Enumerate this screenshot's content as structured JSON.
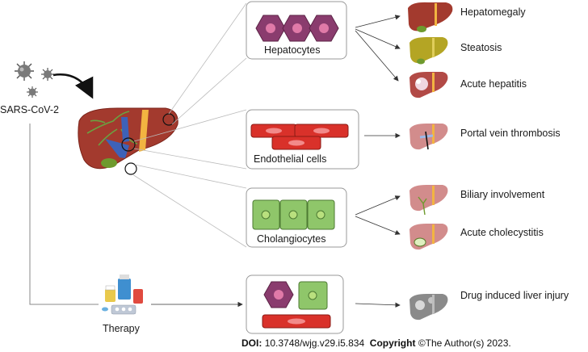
{
  "source": {
    "label": "SARS-CoV-2"
  },
  "therapy": {
    "label": "Therapy"
  },
  "cells": {
    "hepatocytes": "Hepatocytes",
    "endothelial": "Endothelial cells",
    "cholangiocytes": "Cholangiocytes"
  },
  "outcomes": [
    {
      "label": "Hepatomegaly"
    },
    {
      "label": "Steatosis"
    },
    {
      "label": "Acute hepatitis"
    },
    {
      "label": "Portal vein thrombosis"
    },
    {
      "label": "Biliary involvement"
    },
    {
      "label": "Acute cholecystitis"
    },
    {
      "label": "Drug induced liver injury"
    }
  ],
  "footer": {
    "doi_label": "DOI:",
    "doi_value": "10.3748/wjg.v29.i5.834",
    "copyright_label": "Copyright",
    "copyright_value": "©The Author(s) 2023."
  },
  "colors": {
    "liver": "#a33a2e",
    "hepatocyte": "#8a3c6e",
    "endothelial": "#d9312a",
    "cholangiocyte": "#8fc66a",
    "steatosis": "#b4a524",
    "gallbladder": "#6e9a2e",
    "vein": "#3d62b8",
    "ligament": "#f2b441",
    "drug_liver": "#8a8a8a"
  }
}
